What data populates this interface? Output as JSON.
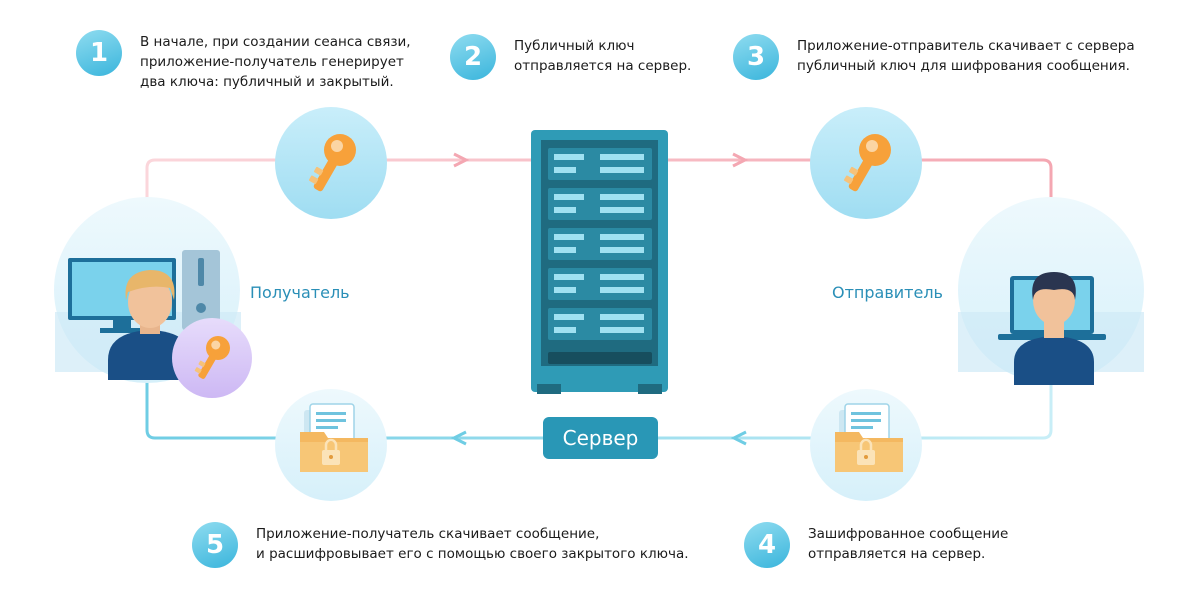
{
  "steps": [
    {
      "number": "1",
      "text": "В начале, при создании сеанса связи,\nприложение-получатель генерирует\nдва ключа: публичный и закрытый."
    },
    {
      "number": "2",
      "text": "Публичный ключ\nотправляется на сервер."
    },
    {
      "number": "3",
      "text": "Приложение-отправитель скачивает с сервера\nпубличный ключ для шифрования сообщения."
    },
    {
      "number": "4",
      "text": "Зашифрованное сообщение\nотправляется на сервер."
    },
    {
      "number": "5",
      "text": "Приложение-получатель скачивает сообщение,\nи расшифровывает его с помощью своего закрытого ключа."
    }
  ],
  "roles": {
    "receiver": "Получатель",
    "sender": "Отправитель",
    "server": "Сервер"
  },
  "colors": {
    "pink_flow": "#f7b8c0",
    "blue_flow": "#8fd8ea",
    "badge": "#3ab5dc",
    "server_body": "#2f9bb6",
    "server_dark": "#1f6b80",
    "key": "#f7a13a",
    "folder": "#f4b860",
    "label_bg": "#2997b6"
  },
  "icons": [
    "key-icon",
    "server-rack-icon",
    "encrypted-folder-icon",
    "receiver-computer-icon",
    "sender-laptop-icon"
  ]
}
